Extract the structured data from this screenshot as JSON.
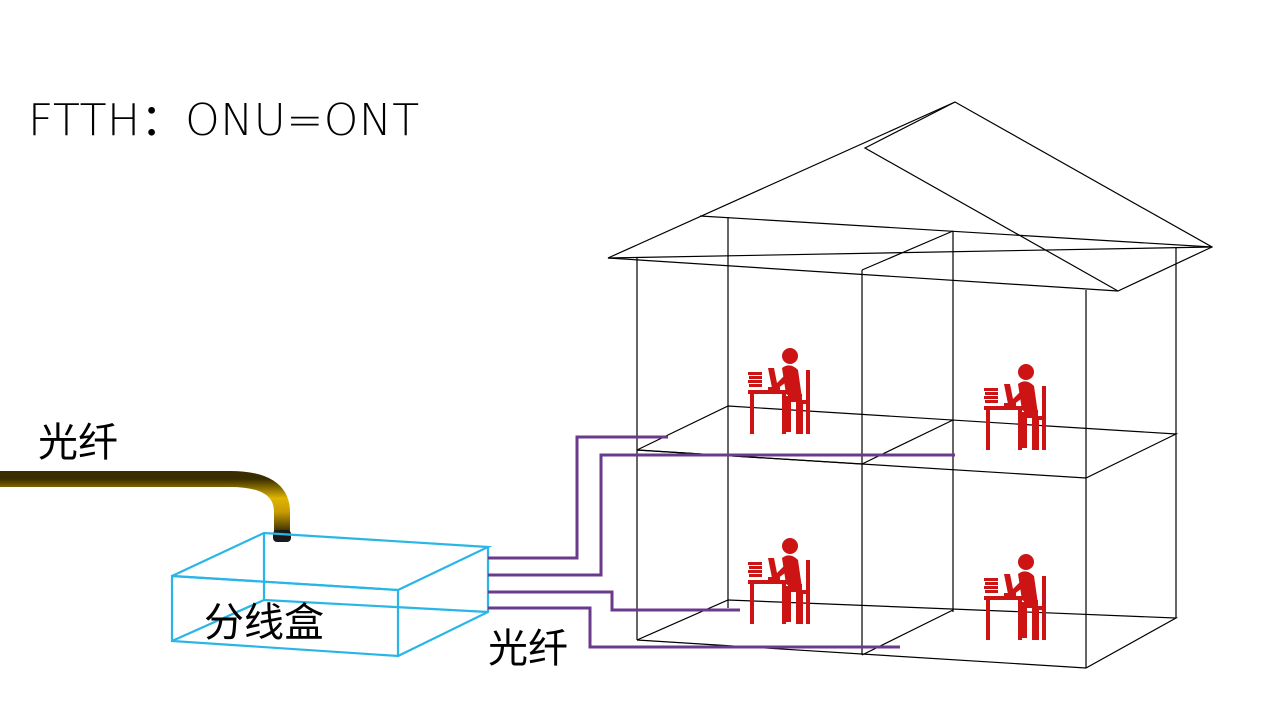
{
  "title": "FTTH：ONU=ONT",
  "labels": {
    "fiber_left": "光纤",
    "fiber_bottom": "光纤",
    "splitter_box": "分线盒"
  },
  "colors": {
    "outline": "#000000",
    "fiber_cable": "#c9a000",
    "splitter_box": "#29b6e6",
    "drop_fiber": "#6a3a8c",
    "user_figure": "#cc1414"
  },
  "icons": {
    "user": "person-at-computer-icon"
  }
}
